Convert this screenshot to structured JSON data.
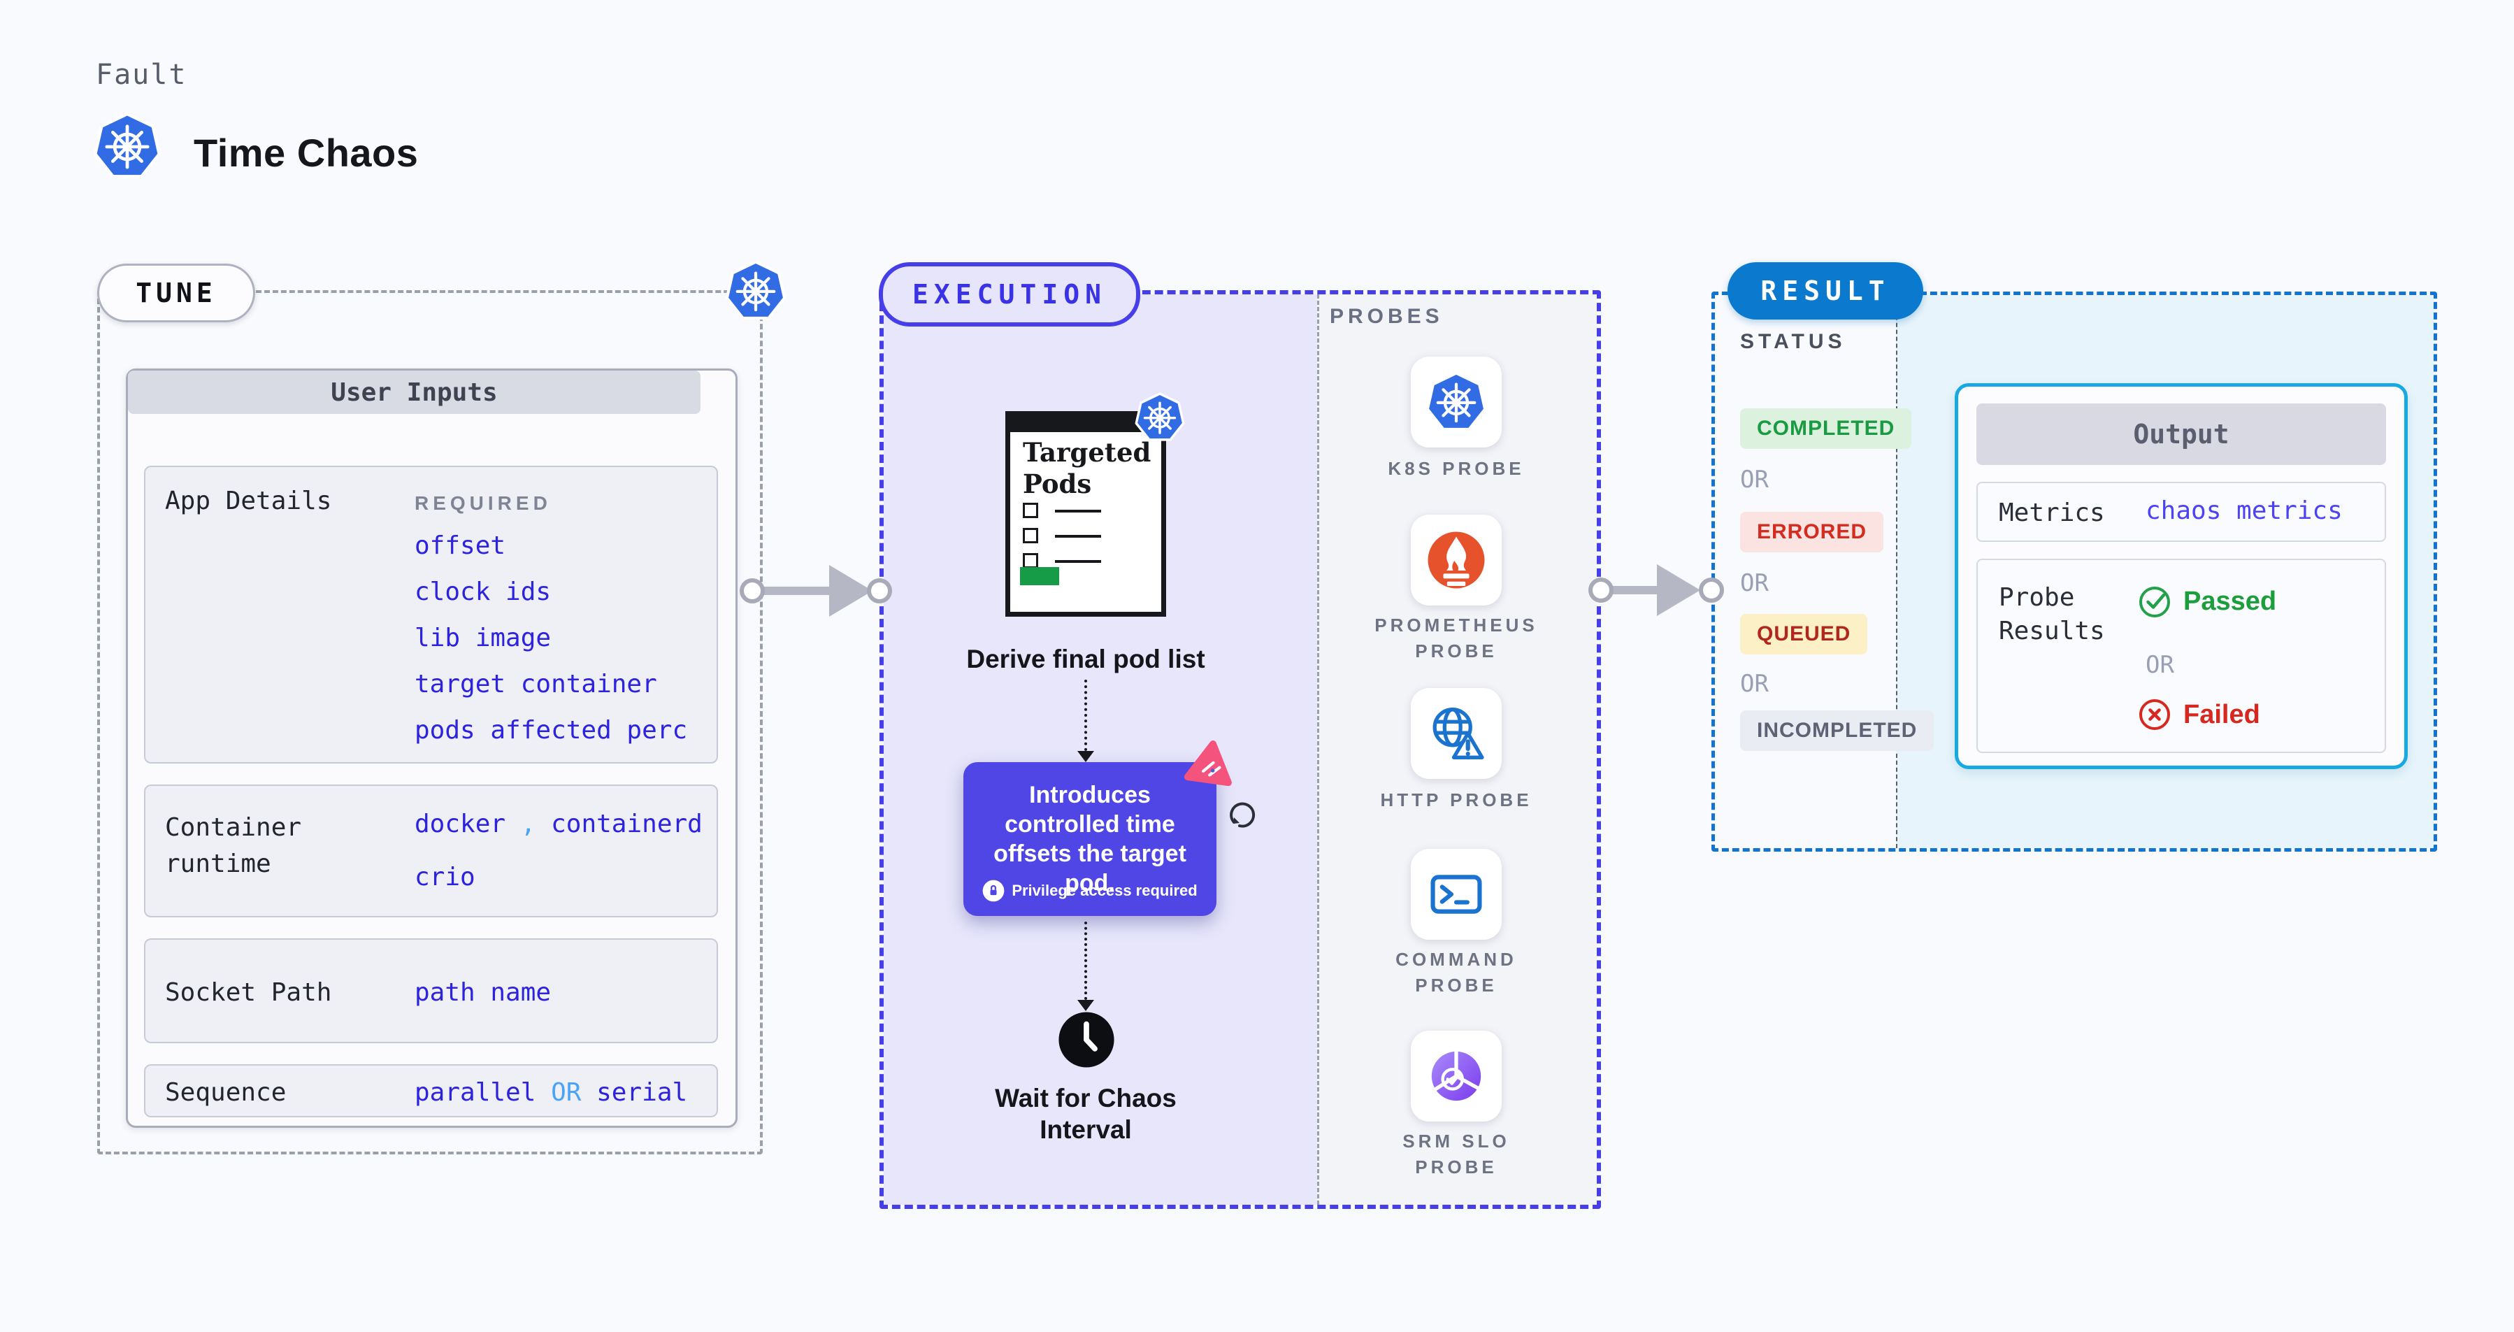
{
  "page": {
    "background": "#f9fafd"
  },
  "header": {
    "eyebrow": "Fault",
    "title": "Time Chaos",
    "icon": "kubernetes-icon"
  },
  "tune": {
    "badge": "TUNE",
    "user_inputs": {
      "title": "User Inputs",
      "app_details": {
        "label": "App Details",
        "required_label": "REQUIRED",
        "values": [
          "offset",
          "clock ids",
          "lib image",
          "target container",
          "pods affected perc"
        ]
      },
      "container_runtime": {
        "label": "Container runtime",
        "value_1": "docker",
        "separator": ",",
        "value_2": "containerd",
        "value_3": "crio"
      },
      "socket_path": {
        "label": "Socket Path",
        "value": "path name"
      },
      "sequence": {
        "label": "Sequence",
        "value_1": "parallel",
        "or": "OR",
        "value_2": "serial"
      }
    }
  },
  "execution": {
    "badge": "EXECUTION",
    "targeted_pods_title": "Targeted Pods",
    "derive_label": "Derive final pod list",
    "tooltip": {
      "text": "Introduces controlled time offsets the target pod.",
      "note": "Privilege access required"
    },
    "wait_label": "Wait for Chaos Interval"
  },
  "probes": {
    "title": "PROBES",
    "items": [
      {
        "label": "K8S PROBE",
        "icon": "kubernetes-icon"
      },
      {
        "label": "PROMETHEUS PROBE",
        "icon": "prometheus-icon"
      },
      {
        "label": "HTTP PROBE",
        "icon": "http-globe-icon"
      },
      {
        "label": "COMMAND PROBE",
        "icon": "terminal-icon"
      },
      {
        "label": "SRM SLO PROBE",
        "icon": "srm-slo-icon"
      }
    ]
  },
  "result": {
    "badge": "RESULT",
    "status": {
      "title": "STATUS",
      "or_label": "OR",
      "badges": [
        {
          "label": "COMPLETED",
          "background": "#dcf2df",
          "color": "#1a9a42"
        },
        {
          "label": "ERRORED",
          "background": "#fae3e0",
          "color": "#d22d20"
        },
        {
          "label": "QUEUED",
          "background": "#fcf0c6",
          "color": "#b2271d"
        },
        {
          "label": "INCOMPLETED",
          "background": "#eaecf3",
          "color": "#5e6274"
        }
      ]
    },
    "output": {
      "title": "Output",
      "metrics_label": "Metrics",
      "metrics_value": "chaos metrics",
      "probe_results_label": "Probe Results",
      "passed_label": "Passed",
      "or_label": "OR",
      "failed_label": "Failed"
    }
  },
  "colors": {
    "kubernetes_blue": "#326ce5",
    "link_blue": "#2d23df",
    "light_blue_accent": "#4ba3f7",
    "execution_accent": "#453ee9",
    "result_accent": "#0b7ace",
    "output_border": "#16aae0",
    "tooltip_background": "#4f46e5",
    "passed_green": "#1d9e3c",
    "failed_red": "#d6281e",
    "prometheus_orange": "#e6522c",
    "litmus_pink": "#f4537e",
    "targeted_pods_green": "#169c46"
  }
}
